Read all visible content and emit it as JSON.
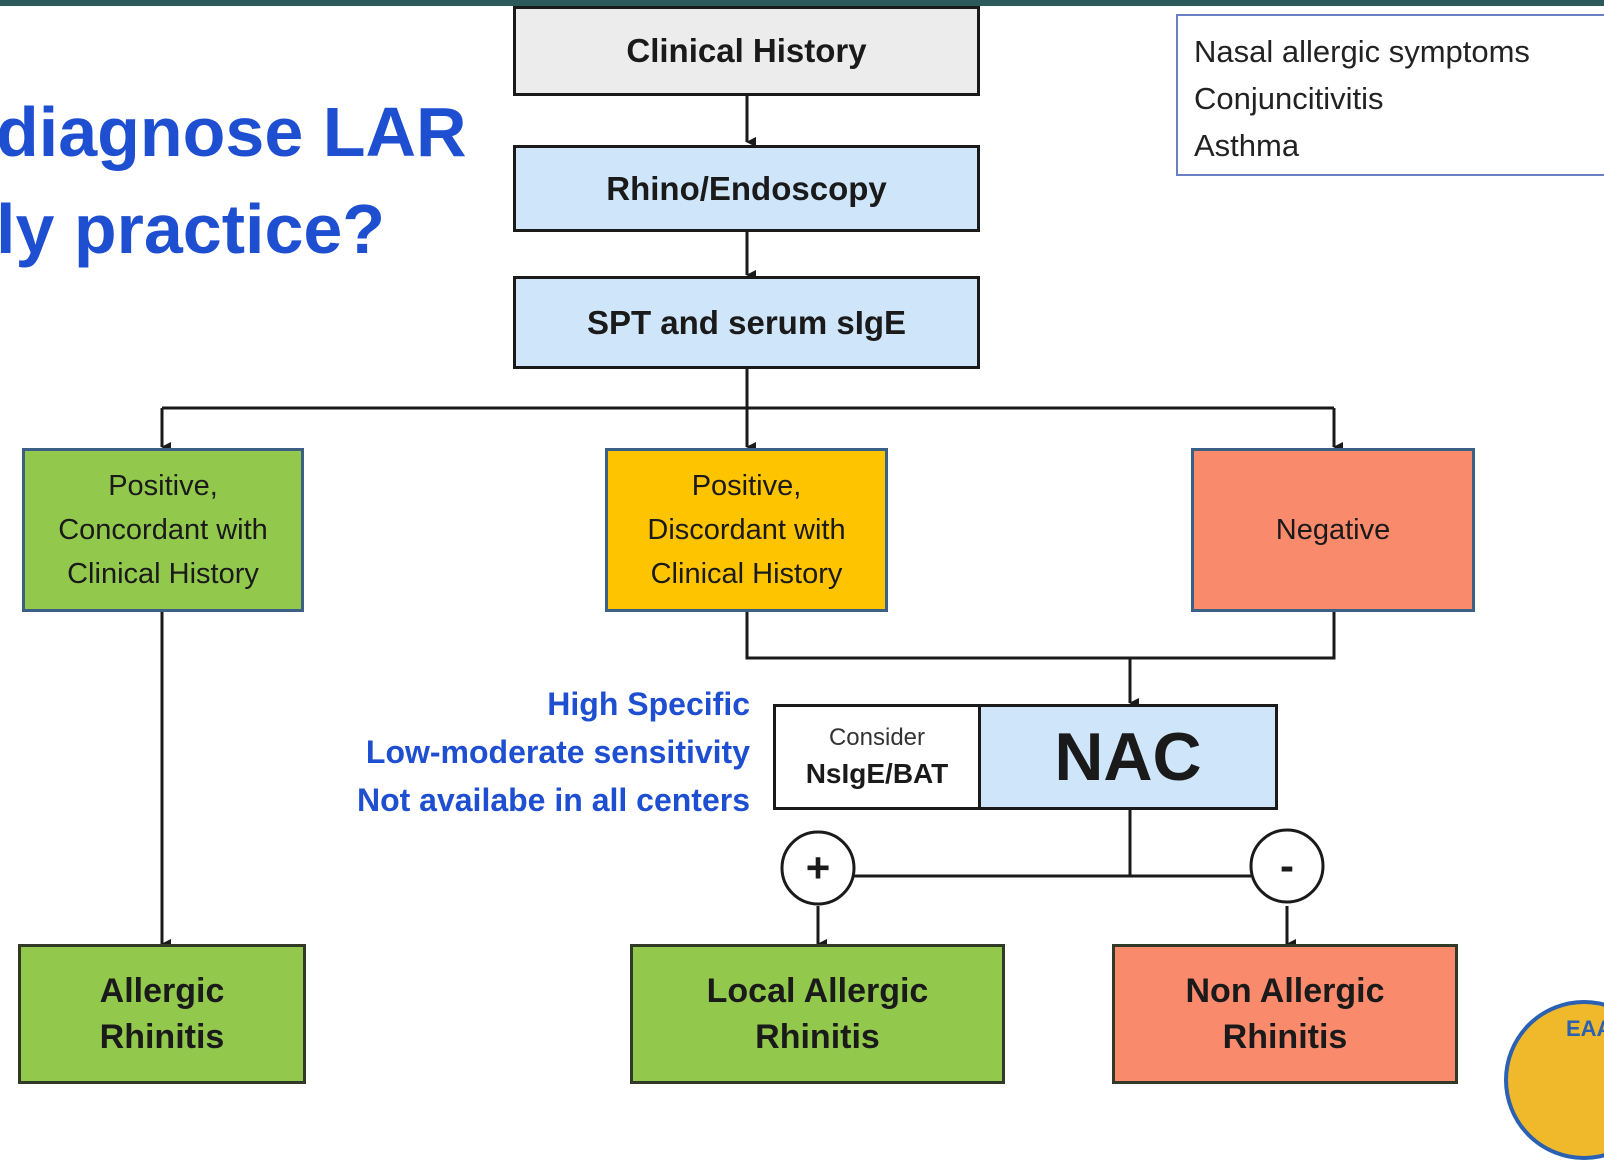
{
  "slide": {
    "title_lines": [
      "diagnose LAR",
      "ly practice?"
    ]
  },
  "flow": {
    "clinical_history": "Clinical History",
    "rhino_endoscopy": "Rhino/Endoscopy",
    "spt_sige": "SPT and serum sIgE",
    "positive_concordant": "Positive,\nConcordant with\nClinical History",
    "positive_discordant": "Positive,\nDiscordant with\nClinical History",
    "negative": "Negative",
    "nac": {
      "consider_label": "Consider",
      "consider_tests": "NsIgE/BAT",
      "label": "NAC",
      "positive_sign": "+",
      "negative_sign": "-"
    },
    "outcomes": {
      "allergic_rhinitis": "Allergic\nRhinitis",
      "local_allergic_rhinitis": "Local Allergic\nRhinitis",
      "non_allergic_rhinitis": "Non Allergic\nRhinitis"
    }
  },
  "notes": [
    "Nasal allergic symptoms",
    "Conjuncitivitis",
    "Asthma"
  ],
  "remarks": [
    "High Specific",
    "Low-moderate sensitivity",
    "Not availabe in all centers"
  ],
  "logo": {
    "text": "EAACI"
  },
  "colors": {
    "title_blue": "#1f4fd1",
    "box_blue": "#cfe6fa",
    "box_gray": "#ececec",
    "box_green": "#92c94c",
    "box_yellow": "#ffc400",
    "box_salmon": "#f98a6c"
  }
}
